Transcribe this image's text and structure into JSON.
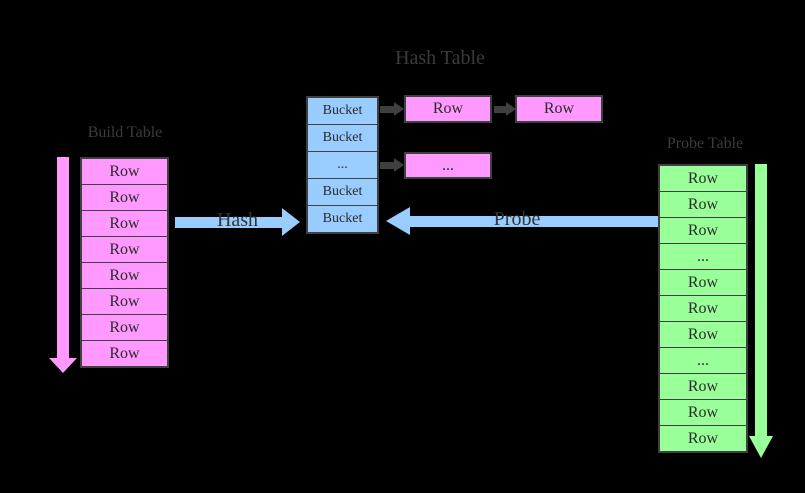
{
  "title": "Hash Table",
  "build_table": {
    "label": "Build Table",
    "rows": [
      "Row",
      "Row",
      "Row",
      "Row",
      "Row",
      "Row",
      "Row",
      "Row"
    ]
  },
  "hash_table": {
    "cells": [
      "Bucket",
      "Bucket",
      "...",
      "Bucket",
      "Bucket"
    ]
  },
  "bucket_chain": {
    "rows": [
      "Row",
      "Row"
    ],
    "dots": "..."
  },
  "probe_table": {
    "label": "Probe Table",
    "rows": [
      "Row",
      "Row",
      "Row",
      "...",
      "Row",
      "Row",
      "Row",
      "...",
      "Row",
      "Row",
      "Row"
    ]
  },
  "arrows": {
    "hash_label": "Hash",
    "probe_label": "Probe"
  },
  "colors": {
    "background": "#000000",
    "build_pink": "#FF99FF",
    "bucket_blue": "#99CCFF",
    "probe_green": "#99FF99",
    "border_gray": "#404040",
    "text_gray": "#3b3b3b"
  }
}
